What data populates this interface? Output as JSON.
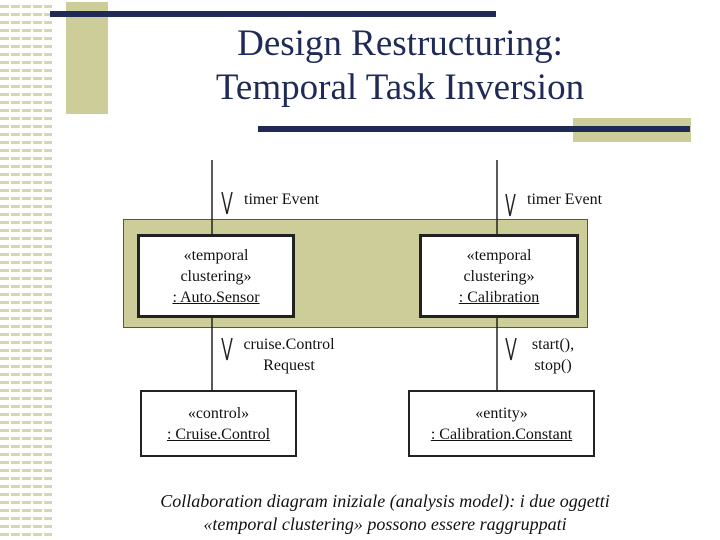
{
  "title": {
    "line1": "Design Restructuring:",
    "line2": "Temporal Task Inversion"
  },
  "messages": {
    "timer_left": "timer Event",
    "timer_right": "timer Event",
    "cruise_line1": "cruise.Control",
    "cruise_line2": "Request",
    "start_line1": "start(),",
    "start_line2": "stop()"
  },
  "objects": {
    "auto_sensor": {
      "stereotype_line1": "«temporal",
      "stereotype_line2": "clustering»",
      "name": ": Auto.Sensor"
    },
    "calibration": {
      "stereotype_line1": "«temporal",
      "stereotype_line2": "clustering»",
      "name": ": Calibration"
    },
    "cruise_control": {
      "stereotype": "«control»",
      "name": ": Cruise.Control"
    },
    "calibration_constant": {
      "stereotype": "«entity»",
      "name": ": Calibration.Constant"
    }
  },
  "caption": {
    "line1": "Collaboration diagram iniziale (analysis model): i due oggetti",
    "line2": "«temporal clustering» possono essere raggruppati"
  },
  "colors": {
    "accent_navy": "#1f2a57",
    "olive": "#cdcd9a"
  }
}
